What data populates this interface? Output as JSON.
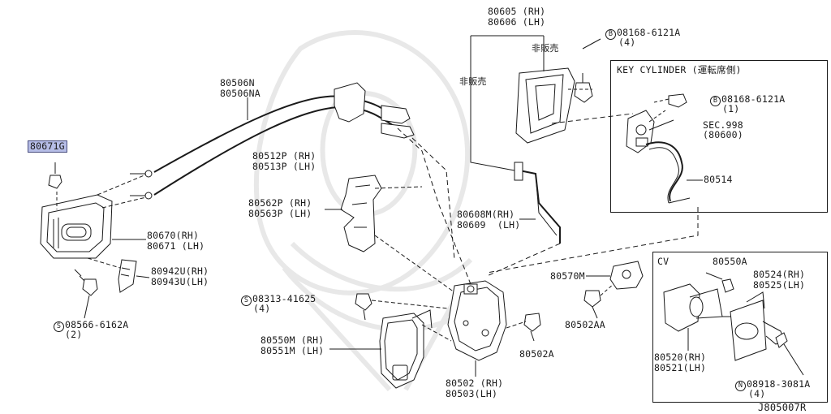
{
  "parts": {
    "p80605": [
      "80605",
      "(RH)"
    ],
    "p80606": [
      "80606",
      "(LH)"
    ],
    "p08168a": [
      "08168-6121A",
      "(4)"
    ],
    "hanbai_top": "非販売",
    "hanbai_left": "非販売",
    "p80506n": "80506N",
    "p80506na": "80506NA",
    "p80671g": "80671G",
    "p80512p": [
      "80512P",
      "(RH)"
    ],
    "p80513p": [
      "80513P",
      "(LH)"
    ],
    "p80562p": [
      "80562P",
      "(RH)"
    ],
    "p80563p": [
      "80563P",
      "(LH)"
    ],
    "p80670": [
      "80670",
      "(RH)"
    ],
    "p80671": [
      "80671",
      "(LH)"
    ],
    "p80942u": [
      "80942U",
      "(RH)"
    ],
    "p80943u": [
      "80943U",
      "(LH)"
    ],
    "p08566": [
      "08566-6162A",
      "(2)"
    ],
    "p08313": [
      "08313-41625",
      "(4)"
    ],
    "p80550m": [
      "80550M",
      "(RH)"
    ],
    "p80551m": [
      "80551M",
      "(LH)"
    ],
    "p80608m": [
      "80608M",
      "(RH)"
    ],
    "p80609": [
      "80609",
      "(LH)"
    ],
    "p80570m": "80570M",
    "p80502aa": "80502AA",
    "p80502a": "80502A",
    "p80502": [
      "80502",
      "(RH)"
    ],
    "p80503": [
      "80503",
      "(LH)"
    ],
    "diagram_code": "J805007R"
  },
  "key_cylinder": {
    "title": "KEY CYLINDER (運転席側)",
    "p08168b": [
      "08168-6121A",
      "(1)"
    ],
    "sec": "SEC.998",
    "sec_ref": "(80600)",
    "p80514": "80514"
  },
  "cv": {
    "title": "CV",
    "p80550a": "80550A",
    "p80524": [
      "80524",
      "(RH)"
    ],
    "p80525": [
      "80525",
      "(LH)"
    ],
    "p80520": [
      "80520",
      "(RH)"
    ],
    "p80521": [
      "80521",
      "(LH)"
    ],
    "p08918": [
      "08918-3081A",
      "(4)"
    ]
  },
  "circle_marks": {
    "b": "B",
    "s": "S",
    "n": "N"
  },
  "colors": {
    "ink": "#1a1a1a",
    "highlight": "#b6bde6",
    "watermark": "#e6e6e6"
  }
}
